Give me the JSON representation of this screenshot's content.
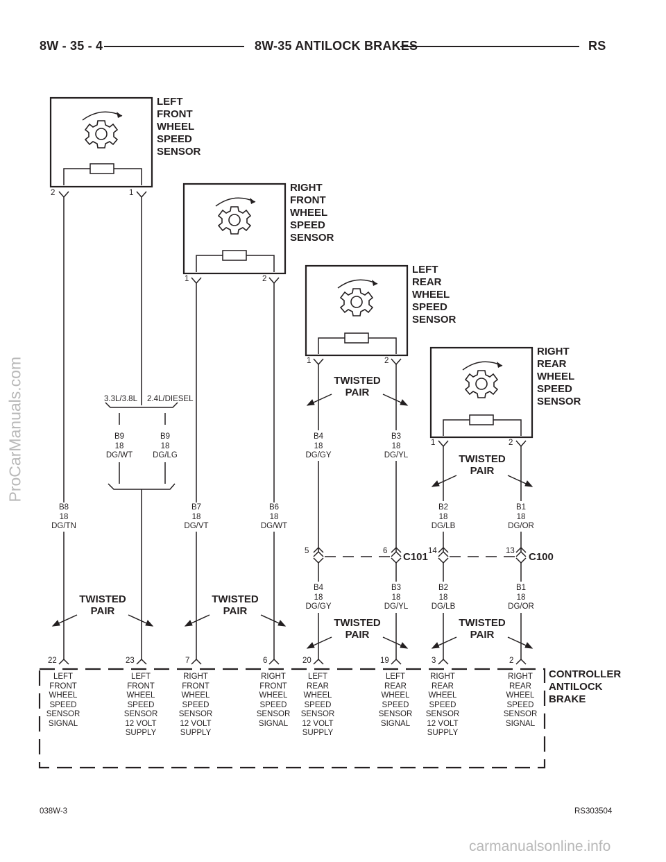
{
  "header": {
    "page_number": "8W - 35 - 4",
    "title": "8W-35 ANTILOCK BRAKES",
    "model": "RS"
  },
  "sensors": [
    {
      "label": "LEFT\nFRONT\nWHEEL\nSPEED\nSENSOR",
      "pin_a": "2",
      "pin_b": "1"
    },
    {
      "label": "RIGHT\nFRONT\nWHEEL\nSPEED\nSENSOR",
      "pin_a": "1",
      "pin_b": "2"
    },
    {
      "label": "LEFT\nREAR\nWHEEL\nSPEED\nSENSOR",
      "pin_a": "1",
      "pin_b": "2"
    },
    {
      "label": "RIGHT\nREAR\nWHEEL\nSPEED\nSENSOR",
      "pin_a": "1",
      "pin_b": "2"
    }
  ],
  "engine_options": [
    "3.3L/3.8L",
    "2.4L/DIESEL"
  ],
  "twisted_pair_label": "TWISTED\nPAIR",
  "wires": {
    "b9_a": "B9\n18\nDG/WT",
    "b9_b": "B9\n18\nDG/LG",
    "b4_top": "B4\n18\nDG/GY",
    "b3_top": "B3\n18\nDG/YL",
    "b8": "B8\n18\nDG/TN",
    "b7": "B7\n18\nDG/VT",
    "b6": "B6\n18\nDG/WT",
    "b2_top": "B2\n18\nDG/LB",
    "b1_top": "B1\n18\nDG/OR",
    "b4_bot": "B4\n18\nDG/GY",
    "b3_bot": "B3\n18\nDG/YL",
    "b2_bot": "B2\n18\nDG/LB",
    "b1_bot": "B1\n18\nDG/OR"
  },
  "inline_connectors": {
    "c101": {
      "name": "C101",
      "pin_left": "5",
      "pin_right": "6"
    },
    "c100": {
      "name": "C100",
      "pin_left": "14",
      "pin_right": "13"
    }
  },
  "controller": {
    "label": "CONTROLLER\nANTILOCK\nBRAKE",
    "terminals": [
      {
        "pin": "22",
        "desc": "LEFT\nFRONT\nWHEEL\nSPEED\nSENSOR\nSIGNAL"
      },
      {
        "pin": "23",
        "desc": "LEFT\nFRONT\nWHEEL\nSPEED\nSENSOR\n12 VOLT\nSUPPLY"
      },
      {
        "pin": "7",
        "desc": "RIGHT\nFRONT\nWHEEL\nSPEED\nSENSOR\n12 VOLT\nSUPPLY"
      },
      {
        "pin": "6",
        "desc": "RIGHT\nFRONT\nWHEEL\nSPEED\nSENSOR\nSIGNAL"
      },
      {
        "pin": "20",
        "desc": "LEFT\nREAR\nWHEEL\nSPEED\nSENSOR\n12 VOLT\nSUPPLY"
      },
      {
        "pin": "19",
        "desc": "LEFT\nREAR\nWHEEL\nSPEED\nSENSOR\nSIGNAL"
      },
      {
        "pin": "3",
        "desc": "RIGHT\nREAR\nWHEEL\nSPEED\nSENSOR\n12 VOLT\nSUPPLY"
      },
      {
        "pin": "2",
        "desc": "RIGHT\nREAR\nWHEEL\nSPEED\nSENSOR\nSIGNAL"
      }
    ]
  },
  "footer": {
    "left": "038W-3",
    "right": "RS303504"
  },
  "watermarks": {
    "side": "ProCarManuals.com",
    "bottom": "carmanualsonline.info"
  }
}
